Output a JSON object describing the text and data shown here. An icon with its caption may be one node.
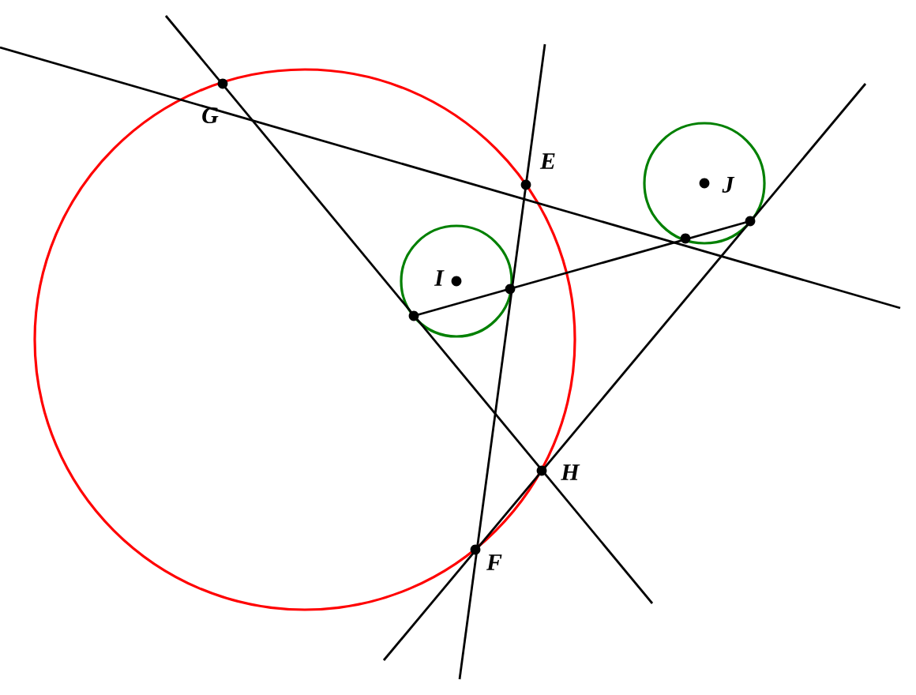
{
  "diagram": {
    "labels": [
      "G",
      "E",
      "I",
      "J",
      "H",
      "F"
    ]
  }
}
